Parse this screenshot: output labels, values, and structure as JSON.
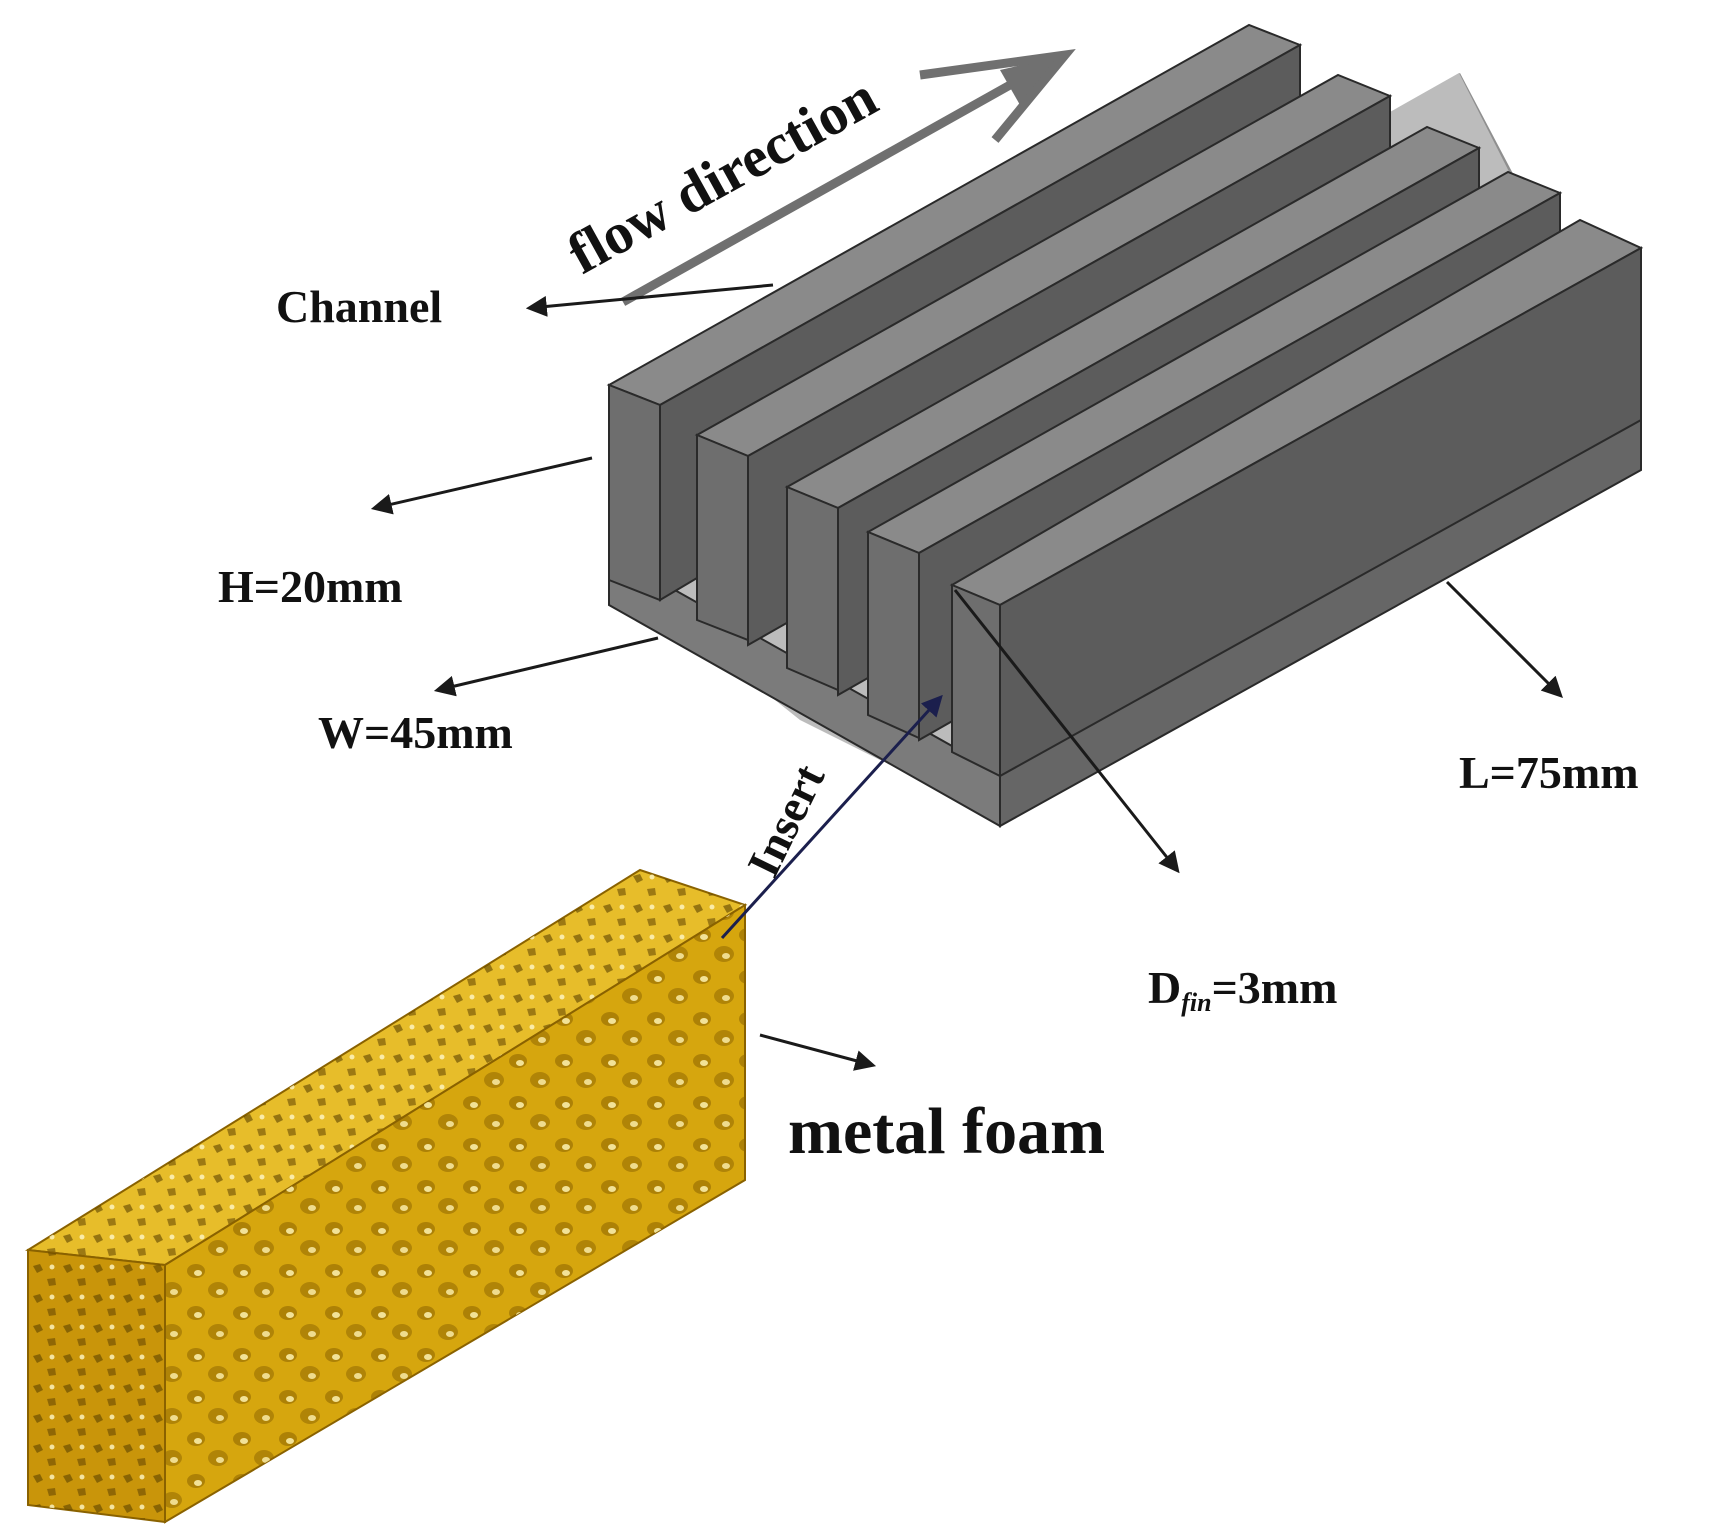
{
  "labels": {
    "flow_direction": "flow direction",
    "channel": "Channel",
    "height": "H=20mm",
    "width": "W=45mm",
    "insert": "Insert",
    "length": "L=75mm",
    "fin_thickness_symbol": "D",
    "fin_thickness_subscript": "fin",
    "fin_thickness_value": "=3mm",
    "metal_foam": "metal foam"
  },
  "colors": {
    "fin_front": "#6e6e6e",
    "fin_top": "#8a8a8a",
    "fin_side": "#5c5c5c",
    "base_front": "#7b7b7b",
    "base_side": "#666666",
    "channel_floor": "#b9b9b9",
    "foam_front": "#d9a80d",
    "foam_top": "#e7bd2a",
    "foam_side": "#c9950a",
    "arrow": "#1a1a1a",
    "insert_arrow": "#1b1f4d",
    "flow_arrow": "#707070"
  }
}
